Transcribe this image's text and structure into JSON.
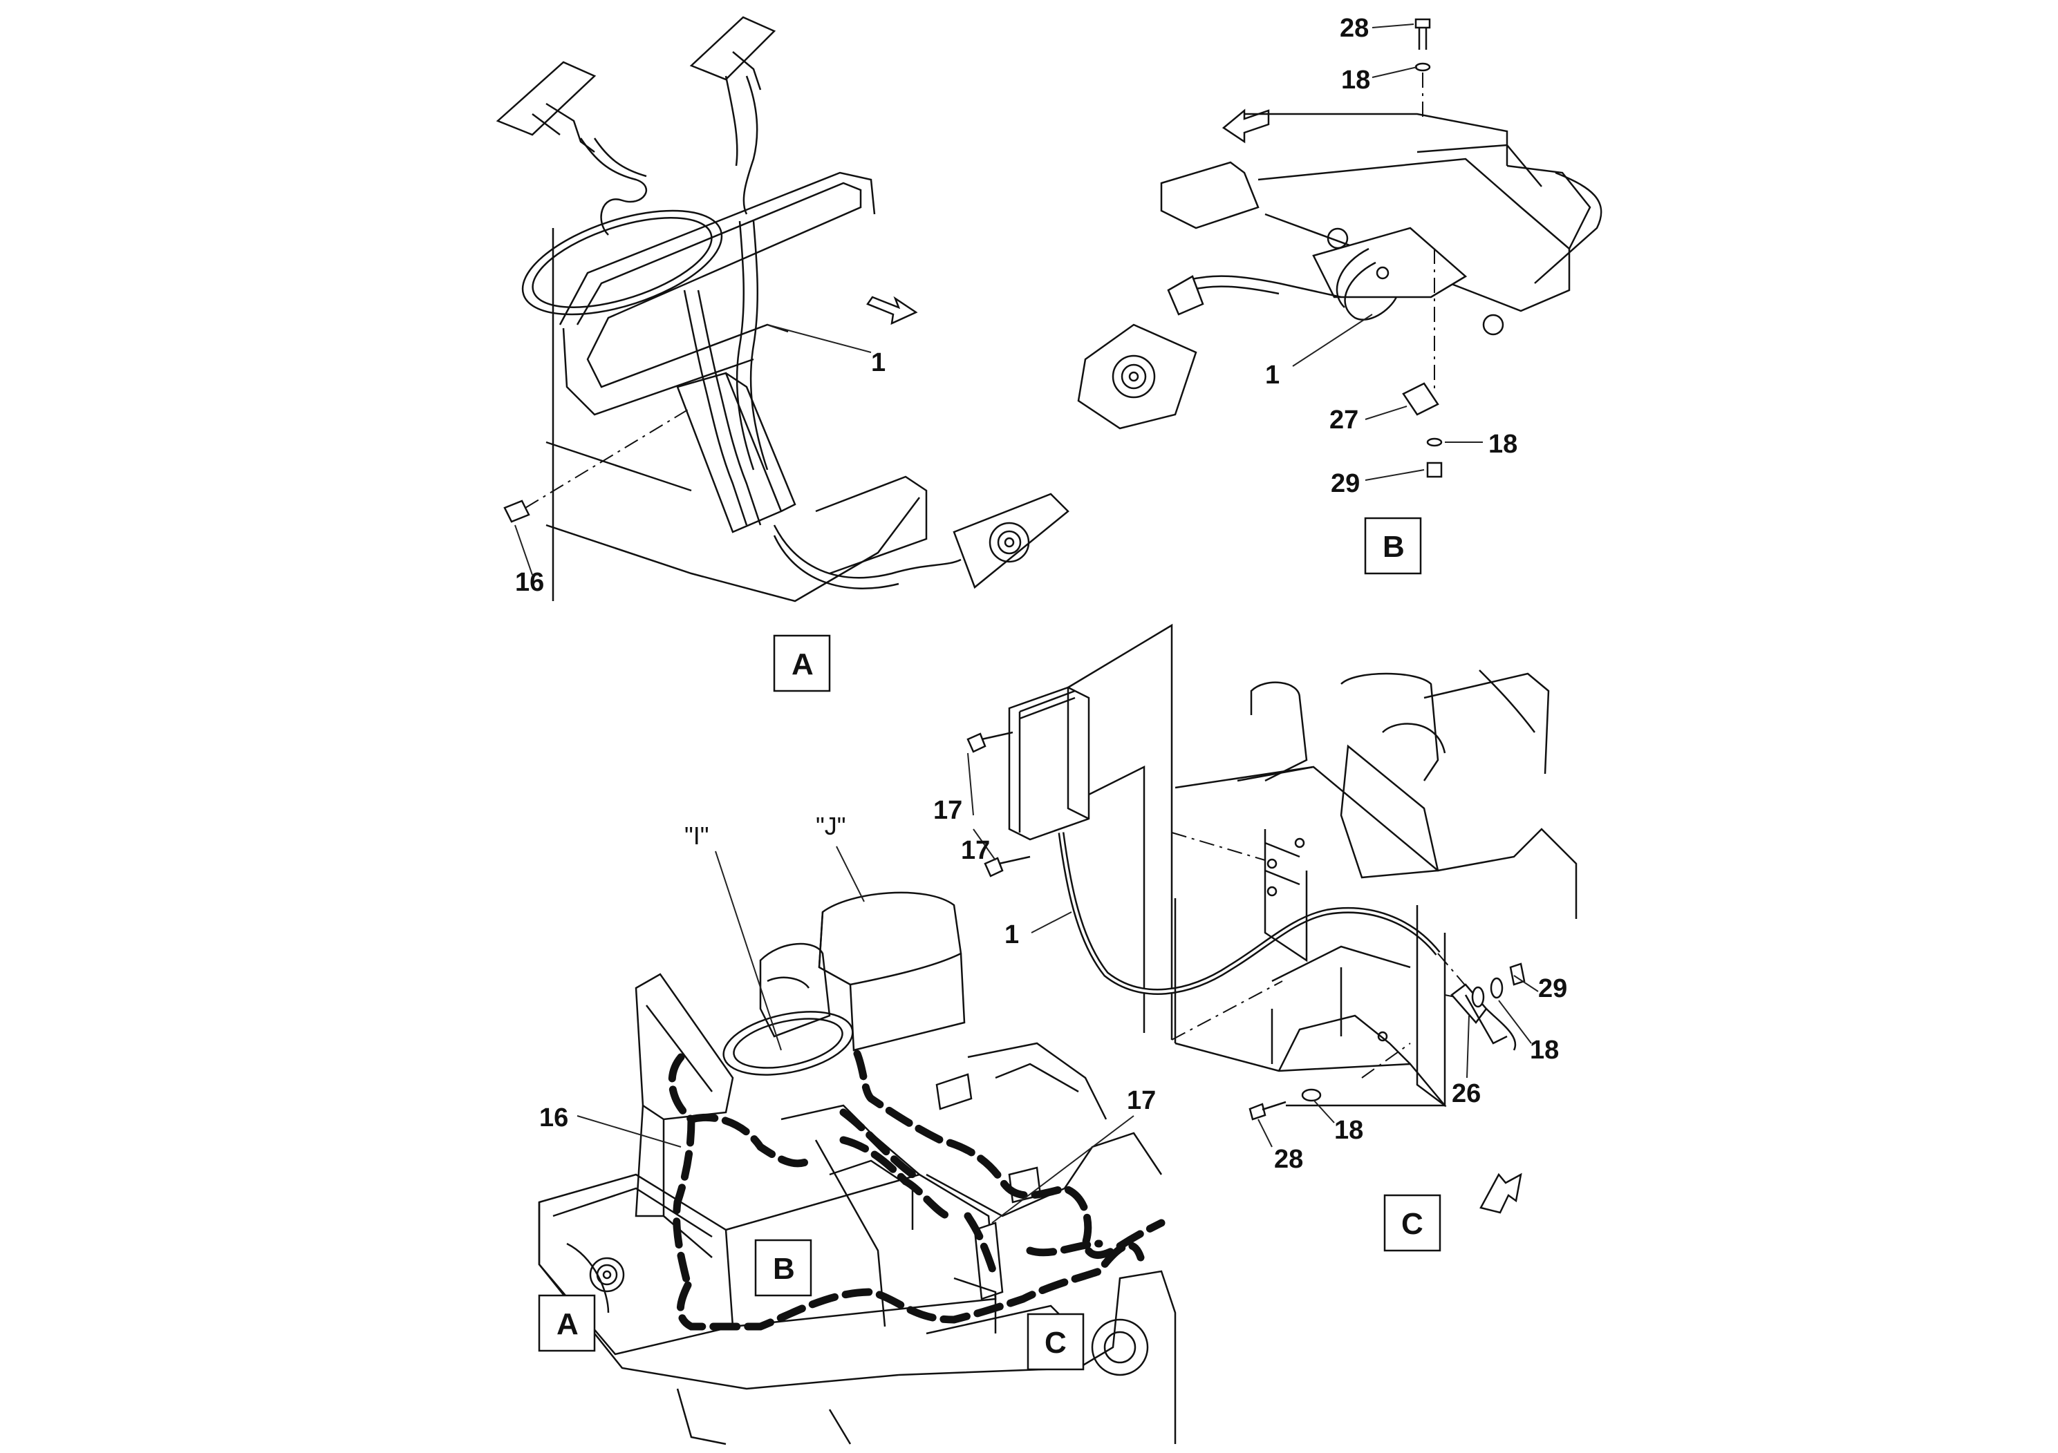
{
  "callouts": {
    "a_1": "1",
    "a_16": "16",
    "b_28": "28",
    "b_18_top": "18",
    "b_1": "1",
    "b_27": "27",
    "b_18_low": "18",
    "b_29": "29",
    "c_17_top": "17",
    "c_17_bottom": "17",
    "c_1": "1",
    "c_29": "29",
    "c_18_right": "18",
    "c_26": "26",
    "c_18_bottom": "18",
    "c_28": "28",
    "m_16": "16",
    "m_17": "17",
    "m_i": "\"I\"",
    "m_j": "\"J\""
  },
  "views": {
    "a": "A",
    "b": "B",
    "c": "C",
    "main_a": "A",
    "main_b": "B",
    "main_c": "C"
  }
}
